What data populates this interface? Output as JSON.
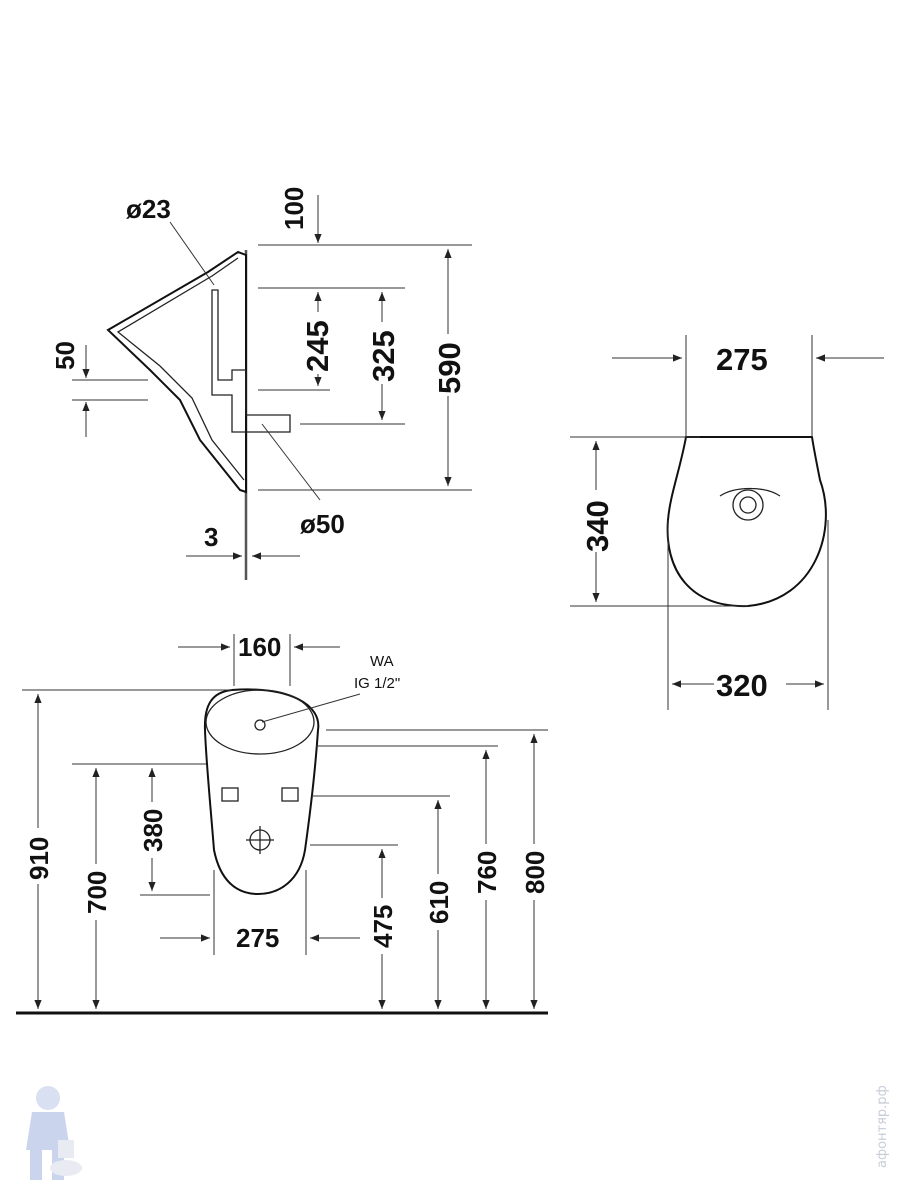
{
  "side_view": {
    "d_inlet": "ø23",
    "top_offset": "100",
    "inlet_spacing": "50",
    "h_245": "245",
    "h_325": "325",
    "h_590": "590",
    "d_outlet": "ø50",
    "gap": "3"
  },
  "top_view": {
    "width_275": "275",
    "depth_340": "340",
    "width_320": "320"
  },
  "front_view": {
    "w_160": "160",
    "wa_label": "WA",
    "ig_label": "IG 1/2\"",
    "h_910": "910",
    "h_700": "700",
    "h_380": "380",
    "w_275": "275",
    "h_475": "475",
    "h_610": "610",
    "h_760": "760",
    "h_800": "800"
  },
  "watermark": "афонтяр.рф"
}
